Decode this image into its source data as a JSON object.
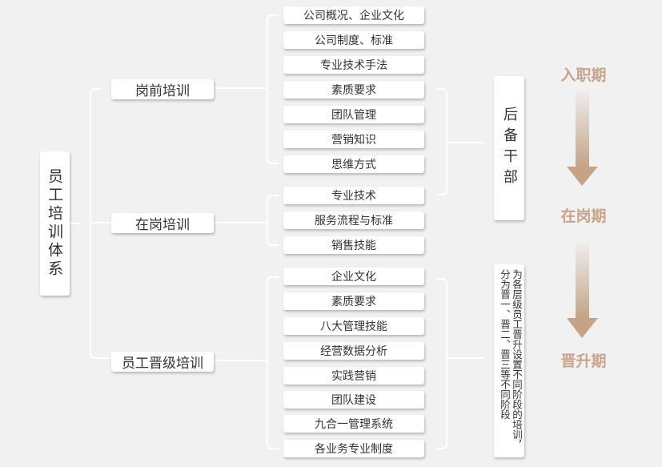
{
  "root": "员工培训体系",
  "categories": [
    {
      "label": "岗前培训",
      "items": [
        "公司概况、企业文化",
        "公司制度、标准",
        "专业技术手法",
        "素质要求",
        "团队管理",
        "营销知识",
        "思维方式"
      ]
    },
    {
      "label": "在岗培训",
      "items": [
        "专业技术",
        "服务流程与标准",
        "销售技能"
      ]
    },
    {
      "label": "员工晋级培训",
      "items": [
        "企业文化",
        "素质要求",
        "八大管理技能",
        "经营数据分析",
        "实践营销",
        "团队建设",
        "九合一管理系统",
        "各业务专业制度"
      ]
    }
  ],
  "reserve_box": "后备干部",
  "promotion_note": "为各层级员工晋升设置不同阶段的培训，分为晋一、晋二、晋三等不同阶段",
  "stages": [
    "入职期",
    "在岗期",
    "晋升期"
  ],
  "colors": {
    "stage_text": "#c7a58c",
    "arrow": "#c4a386",
    "line": "#ffffff",
    "background": "#f1f1f1"
  }
}
